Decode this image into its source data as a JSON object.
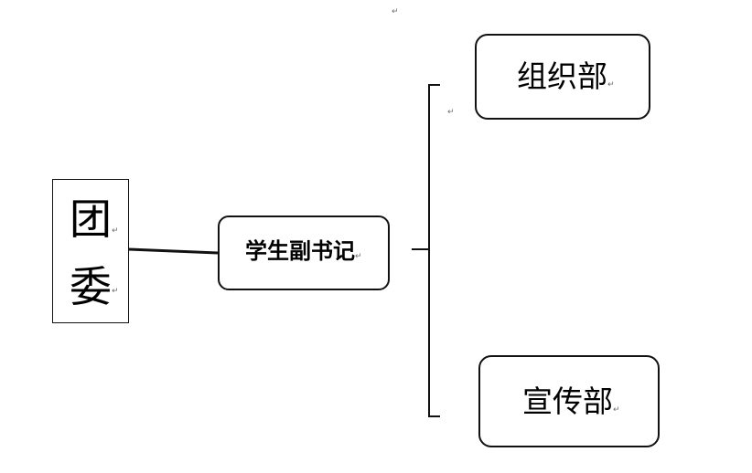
{
  "diagram": {
    "root": {
      "chars": [
        "团",
        "委"
      ]
    },
    "middle": {
      "label": "学生副书记"
    },
    "branches": [
      {
        "label": "组织部"
      },
      {
        "label": "宣传部"
      }
    ],
    "paragraph_mark": "↵"
  },
  "colors": {
    "line": "#111111",
    "background": "#ffffff",
    "paragraph_mark": "#6f6f6f"
  }
}
